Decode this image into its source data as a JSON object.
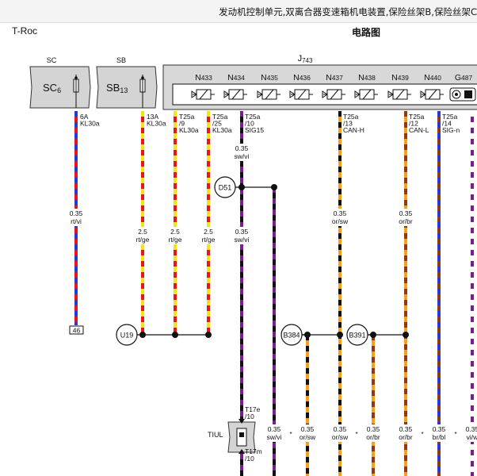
{
  "header": {
    "title": "发动机控制单元,双离合器变速箱机电装置,保险丝架B,保险丝架C"
  },
  "model": "T-Roc",
  "diagram_title": "电路图",
  "fuse_boxes": [
    {
      "tag": "SC",
      "label": "SC",
      "sub": "6"
    },
    {
      "tag": "SB",
      "label": "SB",
      "sub": "13"
    }
  ],
  "module": {
    "label": "J",
    "sub": "743",
    "components": [
      {
        "label": "N",
        "sub": "433"
      },
      {
        "label": "N",
        "sub": "434"
      },
      {
        "label": "N",
        "sub": "435"
      },
      {
        "label": "N",
        "sub": "436"
      },
      {
        "label": "N",
        "sub": "437"
      },
      {
        "label": "N",
        "sub": "438"
      },
      {
        "label": "N",
        "sub": "439"
      },
      {
        "label": "N",
        "sub": "440"
      },
      {
        "label": "G",
        "sub": "487"
      }
    ]
  },
  "pin_labels": [
    {
      "l1": "6A",
      "l2": "KL30a",
      "l3": ""
    },
    {
      "l1": "13A",
      "l2": "KL30a",
      "l3": ""
    },
    {
      "l1": "T25a",
      "l2": "/9",
      "l3": "KL30a"
    },
    {
      "l1": "T25a",
      "l2": "/25",
      "l3": "KL30a"
    },
    {
      "l1": "T25a",
      "l2": "/10",
      "l3": "SIG15"
    },
    {
      "l1": "T25a",
      "l2": "/13",
      "l3": "CAN-H"
    },
    {
      "l1": "T25a",
      "l2": "/12",
      "l3": "CAN-L"
    },
    {
      "l1": "T25a",
      "l2": "/14",
      "l3": "SIG-n"
    }
  ],
  "wire_labels": [
    {
      "size": "0.35",
      "color": "sw/vi"
    },
    {
      "size": "0.35",
      "color": "rt/vi"
    },
    {
      "size": "2.5",
      "color": "rt/ge"
    },
    {
      "size": "2.5",
      "color": "rt/ge"
    },
    {
      "size": "2.5",
      "color": "rt/ge"
    },
    {
      "size": "0.35",
      "color": "sw/vi"
    },
    {
      "size": "0.35",
      "color": "or/sw"
    },
    {
      "size": "0.35",
      "color": "or/br"
    }
  ],
  "bottom_labels": [
    {
      "size": "0.35",
      "color": "sw/vi"
    },
    {
      "size": "0.35",
      "color": "or/sw"
    },
    {
      "size": "0.35",
      "color": "or/sw"
    },
    {
      "size": "0.35",
      "color": "or/br"
    },
    {
      "size": "0.35",
      "color": "or/br"
    },
    {
      "size": "0.35",
      "color": "br/bl"
    },
    {
      "size": "0.35",
      "color": "vi/w"
    }
  ],
  "splices": [
    "D51",
    "U19",
    "B384",
    "B391"
  ],
  "ground": "46",
  "connector": {
    "name": "TIUL",
    "top_pin": {
      "l1": "T17e",
      "l2": "/10"
    },
    "bottom_pin": {
      "l1": "T17m",
      "l2": "/10"
    }
  },
  "colors": {
    "red": "#e8161c",
    "yellow": "#f7e11a",
    "purple": "#7a1e8c",
    "blue": "#2a38d6",
    "black": "#111111",
    "orange": "#f5a01a",
    "brown": "#8b3a1a",
    "fuse_box": "#d4d4d4",
    "module_box": "#d8d8d8"
  }
}
